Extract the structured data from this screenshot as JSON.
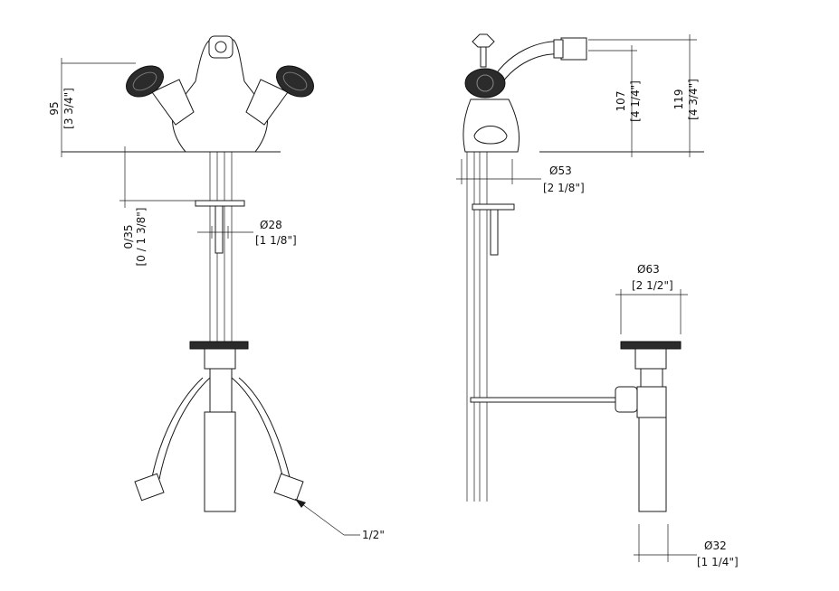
{
  "front_view": {
    "height_mm": "95",
    "height_in": "[3 3/4\"]",
    "deck_mm": "0/35",
    "deck_in": "[0 / 1 3/8\"]",
    "shank_mm": "Ø28",
    "shank_in": "[1 1/8\"]",
    "connection": "1/2\""
  },
  "side_view": {
    "height_mm": "107",
    "height_in": "[4 1/4\"]",
    "overall_mm": "119",
    "overall_in": "[4 3/4\"]",
    "base_mm": "Ø53",
    "base_in": "[2 1/8\"]"
  },
  "drain": {
    "flange_mm": "Ø63",
    "flange_in": "[2 1/2\"]",
    "tail_mm": "Ø32",
    "tail_in": "[1 1/4\"]"
  },
  "colors": {
    "line": "#1a1a1a",
    "background": "#ffffff",
    "handle": "#2b2b2b"
  }
}
